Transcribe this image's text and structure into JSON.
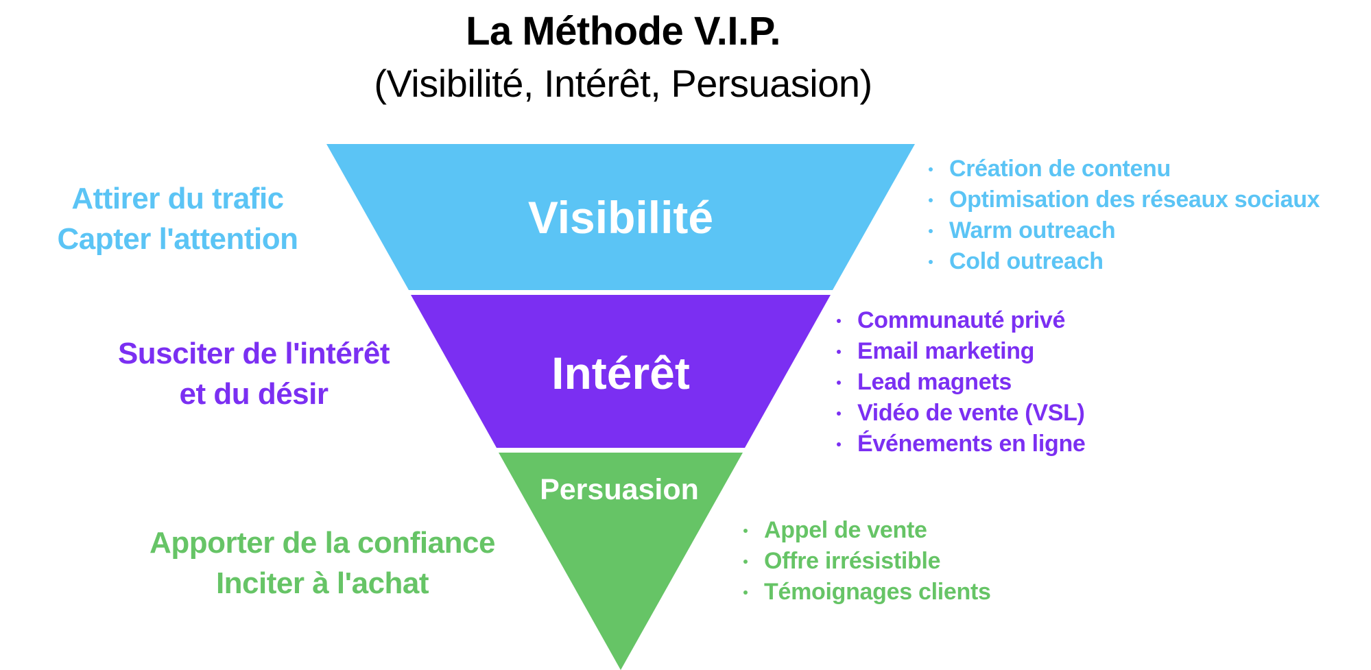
{
  "header": {
    "title": "La Méthode V.I.P.",
    "subtitle": "(Visibilité, Intérêt, Persuasion)"
  },
  "stages": [
    {
      "label": "Visibilité",
      "color": "#5BC4F5",
      "goal_lines": [
        "Attirer du trafic",
        "Capter l'attention"
      ],
      "tactics": [
        "Création de contenu",
        "Optimisation des réseaux sociaux",
        "Warm outreach",
        "Cold outreach"
      ]
    },
    {
      "label": "Intérêt",
      "color": "#7B2FF2",
      "goal_lines": [
        "Susciter de l'intérêt",
        "et du désir"
      ],
      "tactics": [
        "Communauté privé",
        "Email marketing",
        "Lead magnets",
        "Vidéo de vente (VSL)",
        "Événements en ligne"
      ]
    },
    {
      "label": "Persuasion",
      "color": "#66C466",
      "goal_lines": [
        "Apporter de la confiance",
        "Inciter à l'achat"
      ],
      "tactics": [
        "Appel de vente",
        "Offre irrésistible",
        "Témoignages clients"
      ]
    }
  ]
}
